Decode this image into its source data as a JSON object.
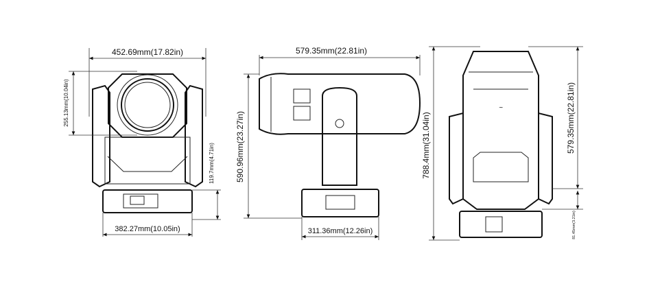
{
  "front_view": {
    "width_label": "452.69mm(17.82in)",
    "head_height_label": "255.13mm(10.04in)",
    "base_height_label": "119.7mm(4.71in)",
    "base_width_label": "382.27mm(10.05in)"
  },
  "side_view": {
    "length_label": "579.35mm(22.81in)",
    "height_label": "590.96mm(23.27in)",
    "base_width_label": "311.36mm(12.26in)"
  },
  "back_view": {
    "total_height_label": "788.4mm(31.04in)",
    "upper_height_label": "579.35mm(22.81in)",
    "base_height_label": "81.45mm(3.21in)"
  }
}
